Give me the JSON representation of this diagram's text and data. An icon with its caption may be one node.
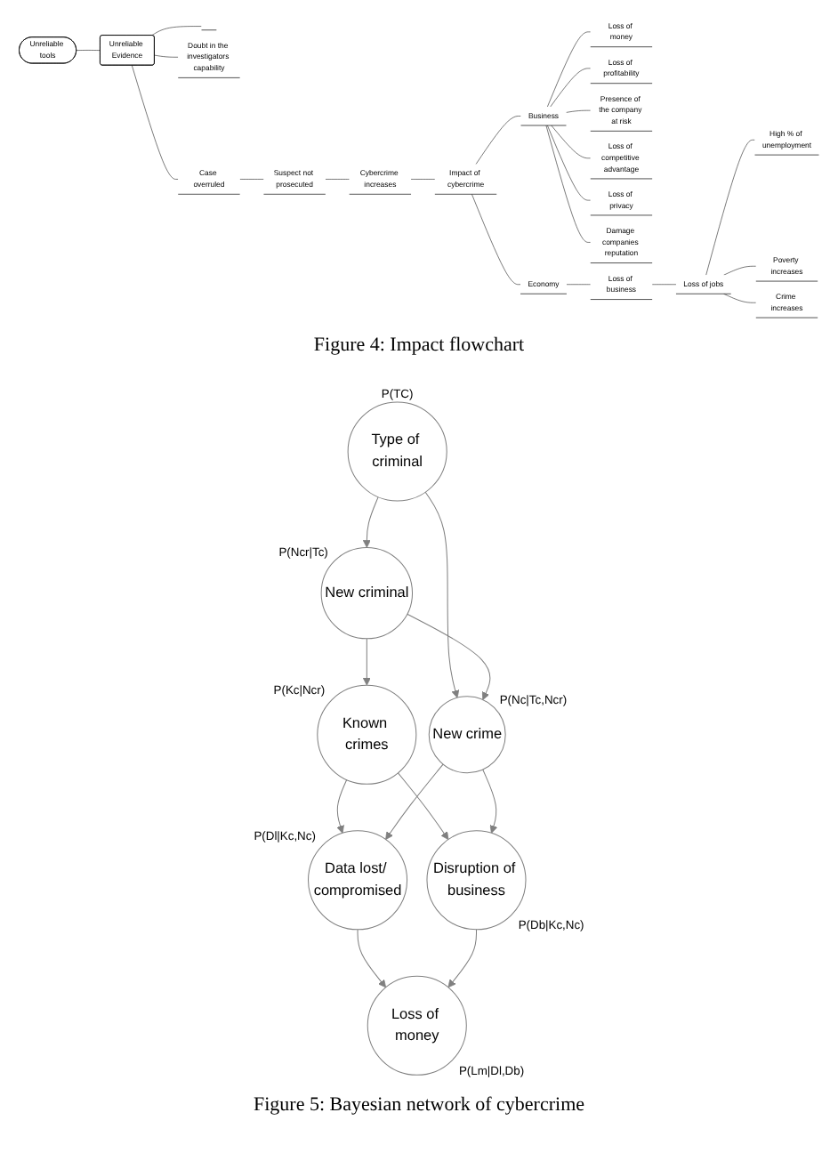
{
  "diagram": {
    "nodes": [
      {
        "text": [
          "Unreliable tools"
        ]
      },
      {
        "text": [
          "Unreliable Evidence"
        ]
      },
      {
        "text": [],
        "shape": "bar"
      },
      {
        "text": [
          "Doubt in the investigators capability"
        ]
      },
      {
        "text": [
          "Case overruled"
        ]
      },
      {
        "text": [
          "Suspect not prosecuted"
        ]
      },
      {
        "text": [
          "Cybercrime increases"
        ]
      },
      {
        "text": [
          "Impact of cybercrime"
        ]
      },
      {
        "text": [
          "Business"
        ]
      },
      {
        "text": [
          "Loss of money"
        ]
      },
      {
        "text": [
          "Loss of profitability"
        ]
      },
      {
        "text": [
          "Presence of the company at risk"
        ]
      },
      {
        "text": [
          "Loss of competitive advantage"
        ]
      },
      {
        "text": [
          "Loss of privacy"
        ]
      },
      {
        "text": [
          "Damage companies reputation"
        ]
      },
      {
        "text": [
          "Economy"
        ]
      },
      {
        "text": [
          "Loss of business"
        ]
      },
      {
        "text": [
          "Loss of jobs"
        ]
      },
      {
        "text": [
          "High % of unemployment"
        ]
      },
      {
        "text": [
          "Poverty increases"
        ]
      },
      {
        "text": [
          "Crime increases"
        ]
      },
      {
        "text": [
          "Type of criminal"
        ],
        "beside": [
          "P(TC)"
        ]
      },
      {
        "text": [
          "New criminal"
        ],
        "beside": [
          "P(Ncr|Tc)"
        ]
      },
      {
        "text": [
          "New crime"
        ],
        "beside": [
          "P(Nc|Tc,Ncr)"
        ]
      },
      {
        "text": [
          "Known crimes"
        ],
        "beside": [
          "P(Kc|Ncr)"
        ]
      },
      {
        "text": [
          "Data lost/ compromised"
        ],
        "beside": [
          "P(Dl|Kc,Nc)"
        ]
      },
      {
        "text": [
          "Disruption of business"
        ],
        "beside": [
          "P(Db|Kc,Nc)"
        ]
      },
      {
        "text": [
          "Loss of money"
        ],
        "beside": [
          "P(Lm|Dl,Db)"
        ]
      }
    ],
    "edges": [
      {
        "from": 0,
        "to": 1,
        "arrow": "none"
      },
      {
        "from": 1,
        "to": 2,
        "arrow": "none"
      },
      {
        "from": 1,
        "to": 3,
        "arrow": "none"
      },
      {
        "from": 1,
        "to": 4,
        "arrow": "none"
      },
      {
        "from": 4,
        "to": 5,
        "arrow": "none"
      },
      {
        "from": 5,
        "to": 6,
        "arrow": "none"
      },
      {
        "from": 6,
        "to": 7,
        "arrow": "none"
      },
      {
        "from": 7,
        "to": 8,
        "arrow": "none"
      },
      {
        "from": 7,
        "to": 15,
        "arrow": "none"
      },
      {
        "from": 8,
        "to": 9,
        "arrow": "none"
      },
      {
        "from": 8,
        "to": 10,
        "arrow": "none"
      },
      {
        "from": 8,
        "to": 11,
        "arrow": "none"
      },
      {
        "from": 8,
        "to": 12,
        "arrow": "none"
      },
      {
        "from": 8,
        "to": 13,
        "arrow": "none"
      },
      {
        "from": 8,
        "to": 14,
        "arrow": "none"
      },
      {
        "from": 15,
        "to": 16,
        "arrow": "none"
      },
      {
        "from": 16,
        "to": 17,
        "arrow": "none"
      },
      {
        "from": 17,
        "to": 18,
        "arrow": "none"
      },
      {
        "from": 17,
        "to": 19,
        "arrow": "none"
      },
      {
        "from": 17,
        "to": 20,
        "arrow": "none"
      },
      {
        "from": 21,
        "to": 22,
        "arrow": "to",
        "color": "#808080"
      },
      {
        "from": 21,
        "to": 23,
        "arrow": "to",
        "color": "#808080"
      },
      {
        "from": 22,
        "to": 23,
        "arrow": "to",
        "color": "#808080"
      },
      {
        "from": 22,
        "to": 24,
        "arrow": "to",
        "color": "#808080"
      },
      {
        "from": 24,
        "to": 25,
        "arrow": "to",
        "color": "#808080"
      },
      {
        "from": 24,
        "to": 26,
        "arrow": "to",
        "color": "#808080"
      },
      {
        "from": 23,
        "to": 25,
        "arrow": "to",
        "color": "#808080"
      },
      {
        "from": 23,
        "to": 26,
        "arrow": "to",
        "color": "#808080"
      },
      {
        "from": 25,
        "to": 27,
        "arrow": "to",
        "color": "#808080"
      },
      {
        "from": 26,
        "to": 27,
        "arrow": "to",
        "color": "#808080"
      }
    ],
    "labels": [
      "Figure 4: Impact flowchart",
      "Figure 5: Bayesian network of cybercrime"
    ]
  }
}
